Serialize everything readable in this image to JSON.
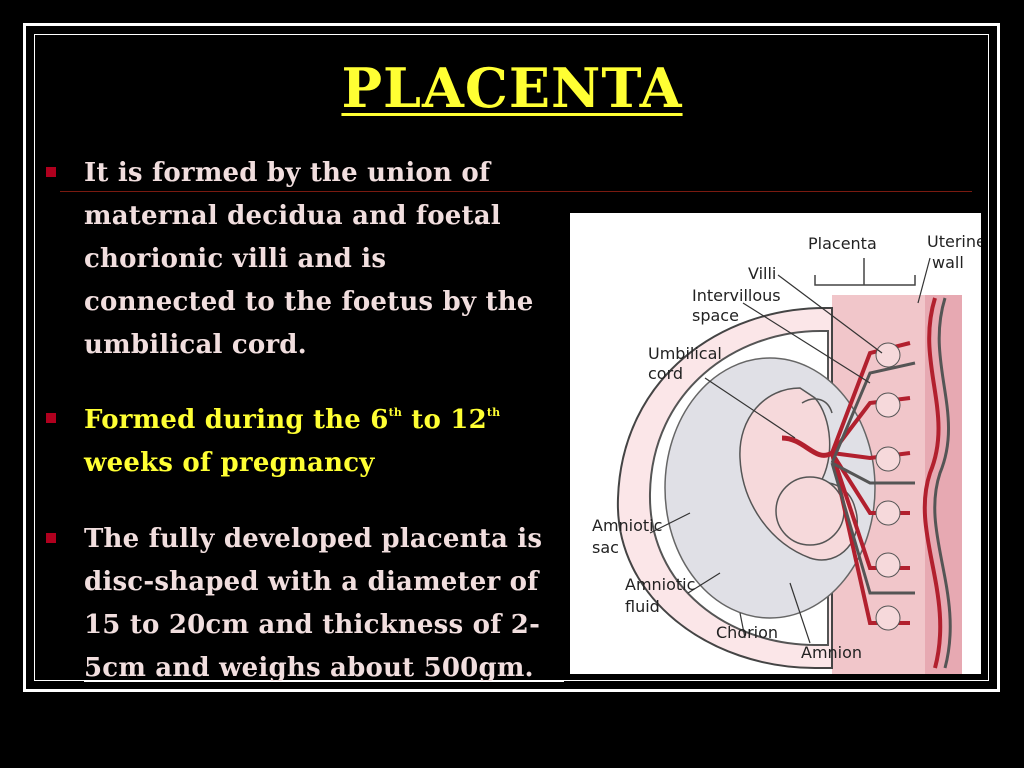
{
  "slide": {
    "title": "PLACENTA",
    "bullets": [
      {
        "lines": [
          "It is formed by the union of",
          "maternal decidua and foetal",
          "chorionic villi  and is",
          "connected to the foetus by the",
          "umbilical cord."
        ]
      },
      {
        "line1_pre": "Formed during the 6",
        "sup1": "th",
        "line1_mid": " to 12",
        "sup2": "th",
        "line2": "weeks of pregnancy"
      },
      {
        "lines": [
          "The fully developed placenta is",
          "disc-shaped with a diameter of",
          "15 to 20cm and thickness of 2-",
          "5cm and weighs about 500gm."
        ]
      }
    ]
  },
  "figure": {
    "labels": {
      "placenta": "Placenta",
      "uterine": "Uterine",
      "wall": "wall",
      "villi": "Villi",
      "intervillous": "Intervillous",
      "space": "space",
      "umbilical": "Umbilical",
      "cord": "cord",
      "amniotic1": "Amniotic",
      "sac": "sac",
      "amniotic2": "Amniotic",
      "fluid": "fluid",
      "chorion": "Chorion",
      "amnion": "Amnion"
    }
  },
  "colors": {
    "title": "#ffff33",
    "text": "#f1dede",
    "highlight": "#ffff33",
    "bullet": "#b0001e",
    "background": "#000000"
  }
}
